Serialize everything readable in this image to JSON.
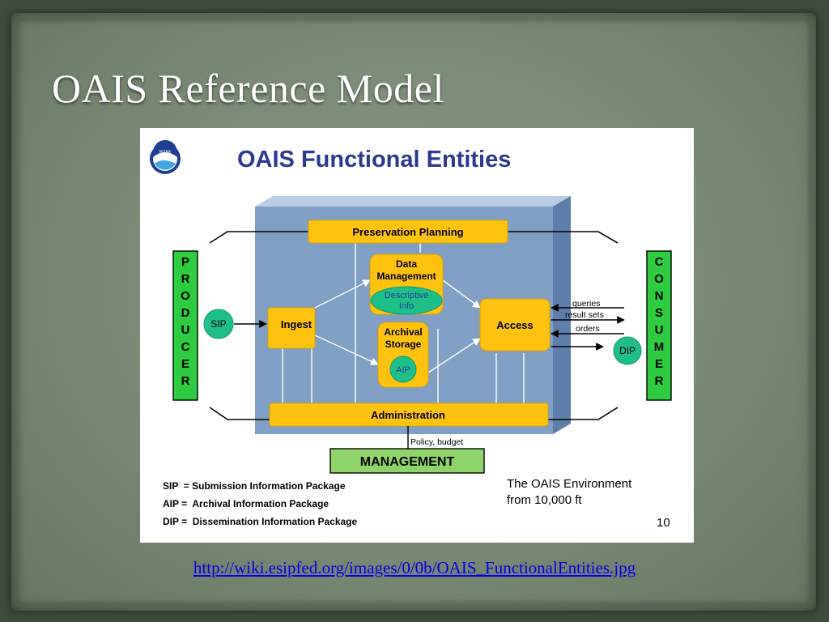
{
  "slide": {
    "title": "OAIS Reference Model",
    "source_link": "http://wiki.esipfed.org/images/0/0b/OAIS_FunctionalEntities.jpg"
  },
  "figure": {
    "title": "OAIS Functional Entities",
    "logo_text": "NOAA",
    "producer": [
      "P",
      "R",
      "O",
      "D",
      "U",
      "C",
      "E",
      "R"
    ],
    "consumer": [
      "C",
      "O",
      "N",
      "S",
      "U",
      "M",
      "E",
      "R"
    ],
    "preservation_planning": "Preservation Planning",
    "data_management": [
      "Data",
      "Management"
    ],
    "descriptive_info": [
      "Descriptive",
      "Info"
    ],
    "ingest": "Ingest",
    "archival_storage": [
      "Archival",
      "Storage"
    ],
    "aip": "AIP",
    "access": "Access",
    "sip": "SIP",
    "dip": "DIP",
    "queries": "queries",
    "result_sets": "result sets",
    "orders": "orders",
    "administration": "Administration",
    "policy_budget": "Policy, budget",
    "management": "MANAGEMENT",
    "legend": [
      "SIP  = Submission Information Package",
      "AIP =  Archival Information Package",
      "DIP =  Dissemination Information Package"
    ],
    "environment": [
      "The OAIS Environment",
      "from 10,000 ft"
    ],
    "page_number": "10"
  },
  "colors": {
    "archive_blue": "#7f9fc5",
    "entity_yellow": "#ffc20e",
    "actor_green": "#2ecc40",
    "package_teal": "#1fbf8a",
    "title_navy": "#2b3990"
  }
}
